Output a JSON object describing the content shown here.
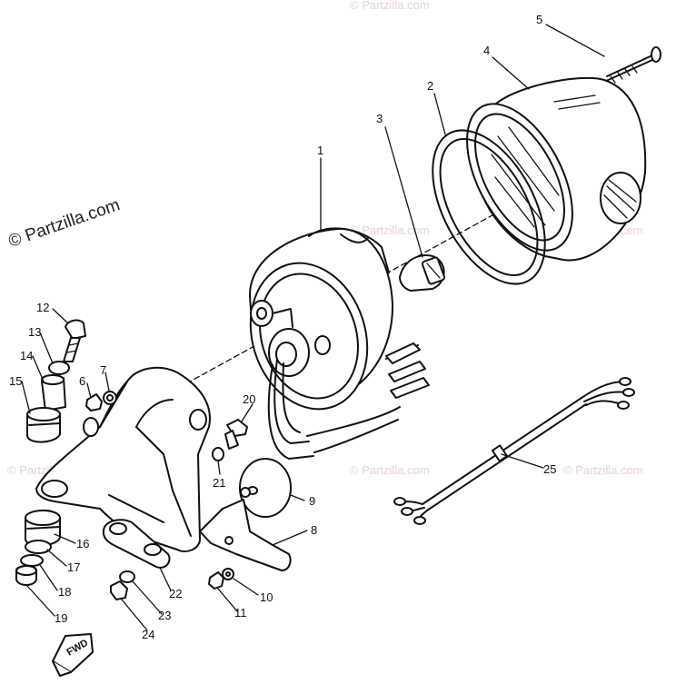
{
  "watermark": {
    "main_text": "© Partzilla.com",
    "repeat_text": "© Partzilla.com"
  },
  "fwd_label": "FWD",
  "callouts": [
    {
      "id": "1",
      "label": "1"
    },
    {
      "id": "2",
      "label": "2"
    },
    {
      "id": "3",
      "label": "3"
    },
    {
      "id": "4",
      "label": "4"
    },
    {
      "id": "5",
      "label": "5"
    },
    {
      "id": "6",
      "label": "6"
    },
    {
      "id": "7",
      "label": "7"
    },
    {
      "id": "8",
      "label": "8"
    },
    {
      "id": "9",
      "label": "9"
    },
    {
      "id": "10",
      "label": "10"
    },
    {
      "id": "11",
      "label": "11"
    },
    {
      "id": "12",
      "label": "12"
    },
    {
      "id": "13",
      "label": "13"
    },
    {
      "id": "14",
      "label": "14"
    },
    {
      "id": "15",
      "label": "15"
    },
    {
      "id": "16",
      "label": "16"
    },
    {
      "id": "17",
      "label": "17"
    },
    {
      "id": "18",
      "label": "18"
    },
    {
      "id": "19",
      "label": "19"
    },
    {
      "id": "21",
      "label": "21"
    },
    {
      "id": "20",
      "label": "20"
    },
    {
      "id": "22",
      "label": "22"
    },
    {
      "id": "23",
      "label": "23"
    },
    {
      "id": "24",
      "label": "24"
    },
    {
      "id": "25",
      "label": "25"
    }
  ]
}
